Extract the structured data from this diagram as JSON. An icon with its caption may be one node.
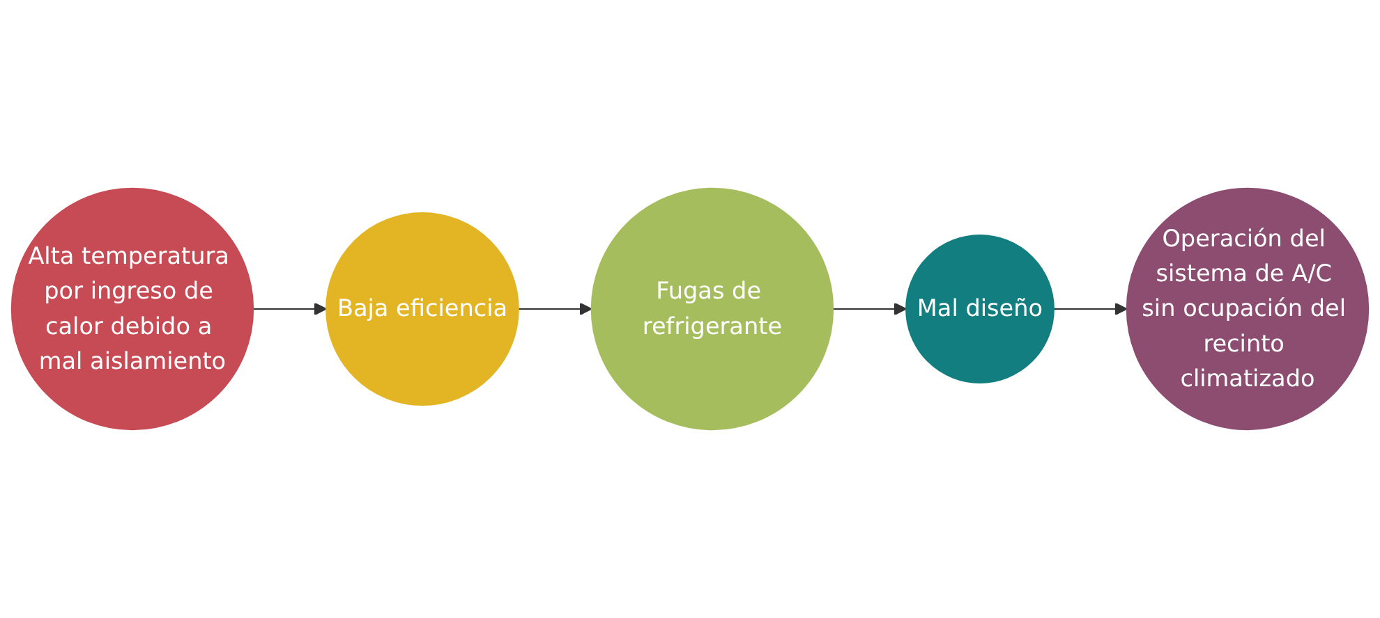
{
  "diagram": {
    "nodes": [
      {
        "text": [
          "Alta temperatura por ingreso de calor debido a mal aislamiento"
        ]
      },
      {
        "text": [
          "Baja eficiencia"
        ]
      },
      {
        "text": [
          "Fugas de refrigerante"
        ]
      },
      {
        "text": [
          "Mal diseño"
        ]
      },
      {
        "text": [
          "Operación del sistema de A/C sin ocupación del recinto climatizado"
        ]
      }
    ],
    "edges": [
      {
        "from": 0,
        "to": 1,
        "arrow": "to"
      },
      {
        "from": 1,
        "to": 2,
        "arrow": "to"
      },
      {
        "from": 2,
        "to": 3,
        "arrow": "to"
      },
      {
        "from": 3,
        "to": 4,
        "arrow": "to"
      }
    ]
  }
}
